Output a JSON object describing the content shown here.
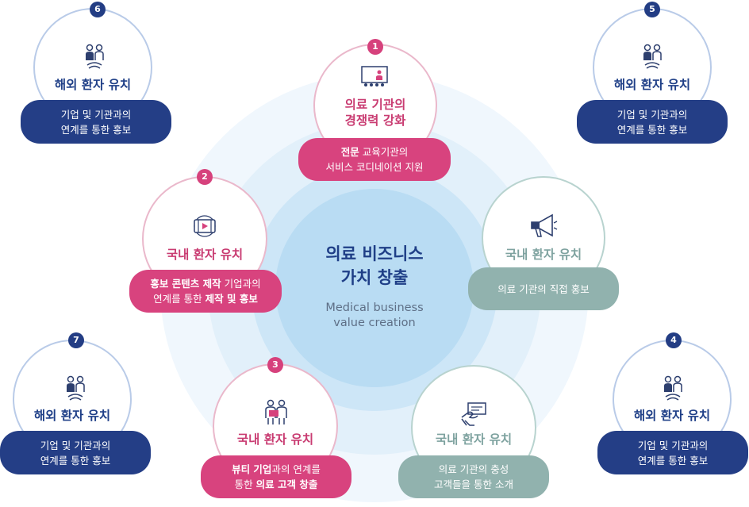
{
  "center": {
    "title_line1": "의료 비즈니스",
    "title_line2": "가치 창출",
    "subtitle_line1": "Medical business",
    "subtitle_line2": "value creation"
  },
  "nodes": {
    "n1": {
      "badge": "1",
      "title_line1": "의료 기관의",
      "title_line2": "경쟁력 강화",
      "desc_line1_bold": "전문",
      "desc_line1_rest": " 교육기관의",
      "desc_line2": "서비스 코디네이션 지원"
    },
    "n2": {
      "badge": "2",
      "title": "국내 환자 유치",
      "desc_line1_bold": "홍보 콘텐츠 제작",
      "desc_line1_rest": " 기업과의",
      "desc_line2_rest": "연계를 통한 ",
      "desc_line2_bold": "제작 및 홍보"
    },
    "n3": {
      "badge": "3",
      "title": "국내 환자 유치",
      "desc_line1_bold": "뷰티 기업",
      "desc_line1_rest": "과의 연계를",
      "desc_line2_rest": "통한 ",
      "desc_line2_bold": "의료 고객 창출"
    },
    "n4": {
      "badge": "4",
      "title": "해외 환자 유치",
      "desc_line1": "기업 및 기관과의",
      "desc_line2": "연계를 통한 홍보"
    },
    "n5": {
      "badge": "5",
      "title": "해외 환자 유치",
      "desc_line1": "기업 및 기관과의",
      "desc_line2": "연계를 통한 홍보"
    },
    "n6": {
      "badge": "6",
      "title": "해외 환자 유치",
      "desc_line1": "기업 및 기관과의",
      "desc_line2": "연계를 통한 홍보"
    },
    "n7": {
      "badge": "7",
      "title": "해외 환자 유치",
      "desc_line1": "기업 및 기관과의",
      "desc_line2": "연계를 통한 홍보"
    },
    "t1": {
      "title": "국내 환자 유치",
      "desc_line1": "의료 기관의 직접 홍보"
    },
    "t2": {
      "title": "국내 환자 유치",
      "desc_line1": "의료 기관의 충성",
      "desc_line2": "고객들을 통한 소개"
    }
  },
  "colors": {
    "navy": "#243e86",
    "pink": "#d8437e",
    "teal": "#91b2ae",
    "center": "#b9dcf3"
  },
  "icons": {
    "n1": "presentation-icon",
    "n2": "film-video-icon",
    "n3": "doctor-patient-icon",
    "navy": "handshake-people-icon",
    "t1": "megaphone-icon",
    "t2": "referral-hand-icon"
  }
}
